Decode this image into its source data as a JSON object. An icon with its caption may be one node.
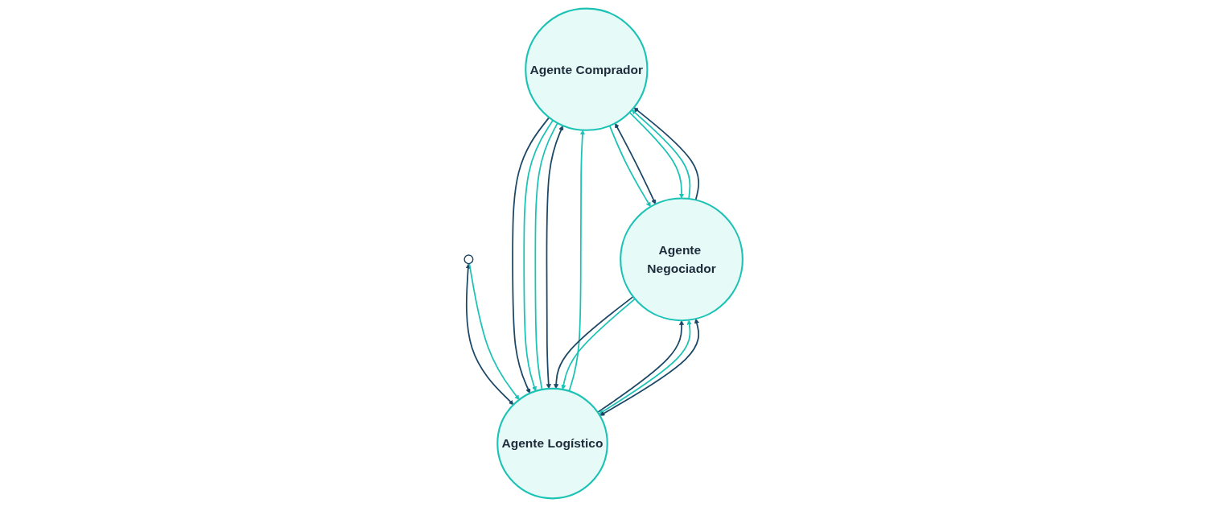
{
  "diagram": {
    "nodes": [
      {
        "text": [
          "Agente Comprador"
        ]
      },
      {
        "text": [
          "Agente Negociador"
        ]
      },
      {
        "text": [
          "Agente Logístico"
        ]
      },
      {
        "text": [],
        "shape": "circle"
      }
    ],
    "edges": [
      {
        "from": 0,
        "to": 1,
        "arrow": "to",
        "color": "#1cc3b5"
      },
      {
        "from": 1,
        "to": 0,
        "arrow": "to",
        "color": "#1cc3b5"
      },
      {
        "from": 0,
        "to": 1,
        "arrow": "both",
        "color": "#1d4766"
      },
      {
        "from": 1,
        "to": 0,
        "arrow": "to",
        "color": "#1d4766"
      },
      {
        "from": 0,
        "to": 1,
        "arrow": "to",
        "color": "#1cc3b5"
      },
      {
        "from": 3,
        "to": 2,
        "arrow": "both",
        "color": "#1d4766"
      },
      {
        "from": 3,
        "to": 2,
        "arrow": "to",
        "color": "#1cc3b5"
      },
      {
        "from": 0,
        "to": 2,
        "arrow": "to",
        "color": "#1d4766"
      },
      {
        "from": 2,
        "to": 0,
        "arrow": "to",
        "color": "#1cc3b5"
      },
      {
        "from": 0,
        "to": 2,
        "arrow": "to",
        "color": "#1cc3b5"
      },
      {
        "from": 0,
        "to": 2,
        "arrow": "none",
        "color": "#1cc3b5"
      },
      {
        "from": 0,
        "to": 2,
        "arrow": "both",
        "color": "#1d4766"
      },
      {
        "from": 2,
        "to": 1,
        "arrow": "to",
        "color": "#1d4766"
      },
      {
        "from": 1,
        "to": 2,
        "arrow": "to",
        "color": "#1d4766"
      },
      {
        "from": 1,
        "to": 2,
        "arrow": "to",
        "color": "#1cc3b5"
      },
      {
        "from": 2,
        "to": 1,
        "arrow": "both",
        "color": "#1cc3b5"
      },
      {
        "from": 2,
        "to": 1,
        "arrow": "both",
        "color": "#1d4766"
      }
    ]
  }
}
